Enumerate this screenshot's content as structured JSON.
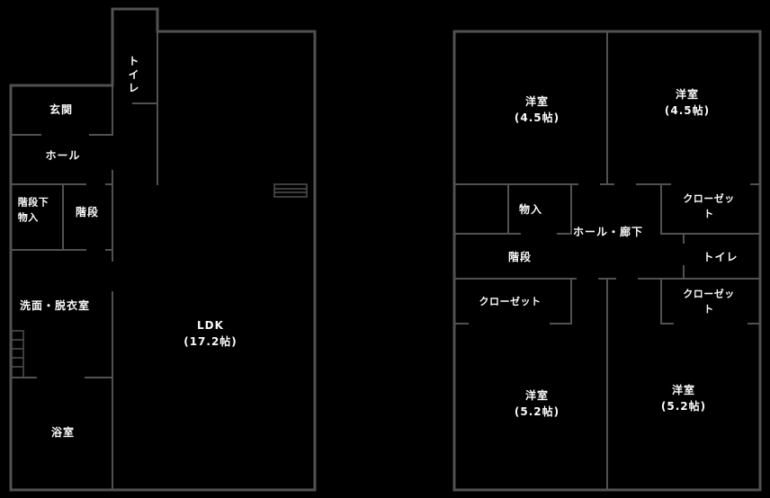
{
  "colors": {
    "background": "#000000",
    "walls": "#515151",
    "text": "#fafafa"
  },
  "floor1": {
    "rooms": {
      "toilet": "トイレ",
      "entrance": "玄関",
      "hall": "ホール",
      "under_stairs": "階段下\n物入",
      "stairs": "階段",
      "washroom": "洗面・脱衣室",
      "bathroom": "浴室",
      "ldk": "LDK\n(17.2帖)"
    }
  },
  "floor2": {
    "rooms": {
      "bedroom_nw": "洋室\n(4.5帖)",
      "bedroom_ne": "洋室\n(4.5帖)",
      "storage": "物入",
      "closet_ne": "クローゼット",
      "hall_corridor": "ホール・廊下",
      "stairs": "階段",
      "toilet": "トイレ",
      "closet_sw": "クローゼット",
      "closet_se": "クローゼット",
      "bedroom_sw": "洋室\n(5.2帖)",
      "bedroom_se": "洋室\n(5.2帖)"
    }
  }
}
